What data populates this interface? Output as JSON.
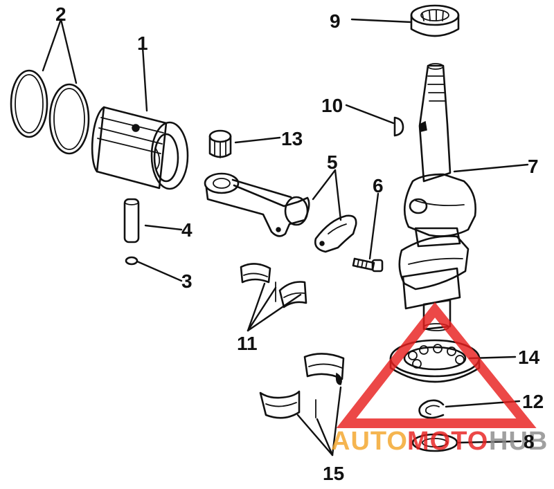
{
  "callouts": {
    "c1": "1",
    "c2": "2",
    "c3": "3",
    "c4": "4",
    "c5": "5",
    "c6": "6",
    "c7": "7",
    "c8": "8",
    "c9": "9",
    "c10": "10",
    "c11": "11",
    "c12": "12",
    "c13": "13",
    "c14": "14",
    "c15": "15"
  },
  "watermark": {
    "brand_a": "AUTO",
    "brand_b": "MOTO",
    "brand_c": "HUB",
    "colors": {
      "triangle": "#e8201f",
      "auto": "#f4a62a",
      "moto": "#e8201f",
      "hub": "#8c8c8c"
    }
  }
}
